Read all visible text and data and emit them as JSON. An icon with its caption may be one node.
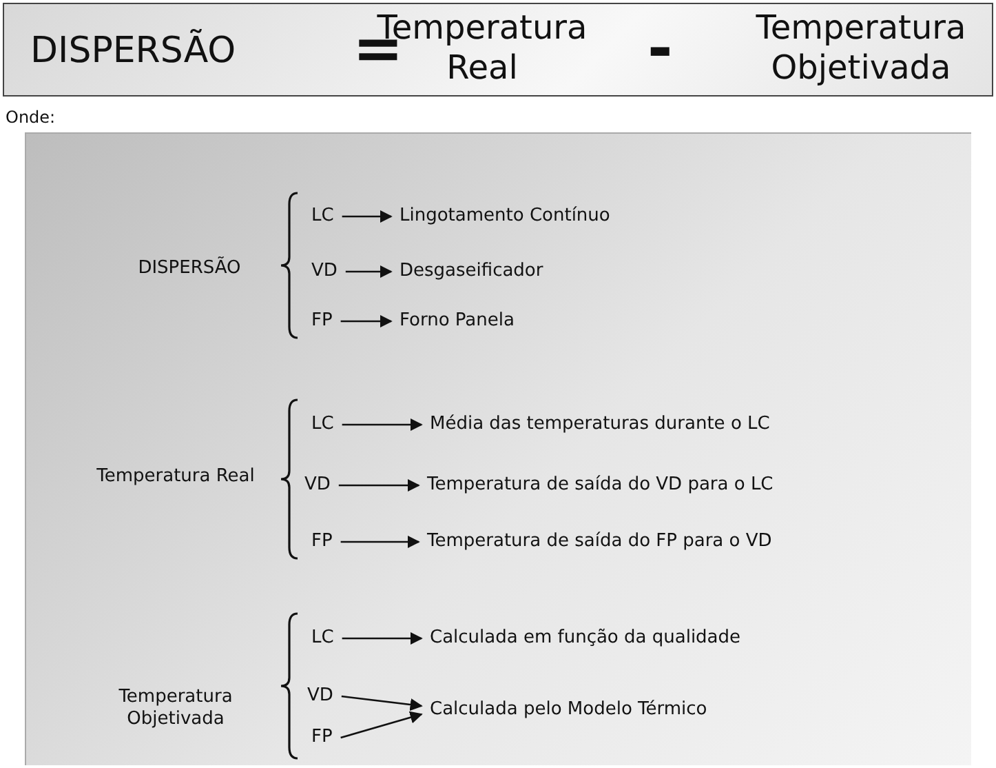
{
  "diagram": {
    "nodes": [
      {
        "text": [
          "LC"
        ]
      },
      {
        "text": [
          "Lingotamento Contínuo"
        ]
      },
      {
        "text": [
          "VD"
        ]
      },
      {
        "text": [
          "Desgaseificador"
        ]
      },
      {
        "text": [
          "FP"
        ]
      },
      {
        "text": [
          "Forno Panela"
        ]
      },
      {
        "text": [
          "LC"
        ]
      },
      {
        "text": [
          "Média das temperaturas durante o LC"
        ]
      },
      {
        "text": [
          "VD"
        ]
      },
      {
        "text": [
          "Temperatura de saída do VD para o LC"
        ]
      },
      {
        "text": [
          "FP"
        ]
      },
      {
        "text": [
          "Temperatura de saída do FP para o VD"
        ]
      },
      {
        "text": [
          "LC"
        ]
      },
      {
        "text": [
          "Calculada em função da qualidade"
        ]
      },
      {
        "text": [
          "VD"
        ]
      },
      {
        "text": [
          "Calculada pelo Modelo Térmico"
        ]
      },
      {
        "text": [
          "FP"
        ]
      }
    ],
    "edges": [
      {
        "from": 0,
        "to": 1,
        "arrow": "to"
      },
      {
        "from": 2,
        "to": 3,
        "arrow": "to"
      },
      {
        "from": 4,
        "to": 5,
        "arrow": "to"
      },
      {
        "from": 6,
        "to": 7,
        "arrow": "to"
      },
      {
        "from": 8,
        "to": 9,
        "arrow": "to"
      },
      {
        "from": 10,
        "to": 11,
        "arrow": "to"
      },
      {
        "from": 12,
        "to": 13,
        "arrow": "to"
      },
      {
        "from": 14,
        "to": 15,
        "arrow": "to"
      },
      {
        "from": 16,
        "to": 15,
        "arrow": "to"
      }
    ],
    "labels": [
      "DISPERSÃO",
      "=",
      "Temperatura Real",
      "-",
      "Temperatura Objetivada",
      "Onde:",
      "DISPERSÃO",
      "Temperatura Real",
      "Temperatura Objetivada"
    ]
  }
}
